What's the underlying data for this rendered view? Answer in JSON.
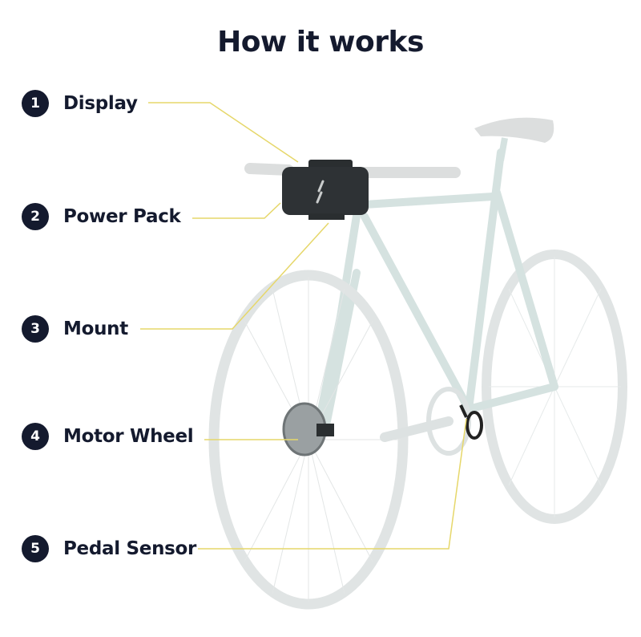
{
  "title": "How it works",
  "colors": {
    "text": "#141a2e",
    "leader_line": "#e6d76a",
    "frame": "#d5e2e0",
    "device": "#2e3235"
  },
  "logo_icon": "lightning-bolt-icon",
  "components": [
    {
      "number": "1",
      "label": "Display"
    },
    {
      "number": "2",
      "label": "Power Pack"
    },
    {
      "number": "3",
      "label": "Mount"
    },
    {
      "number": "4",
      "label": "Motor Wheel"
    },
    {
      "number": "5",
      "label": "Pedal Sensor"
    }
  ]
}
